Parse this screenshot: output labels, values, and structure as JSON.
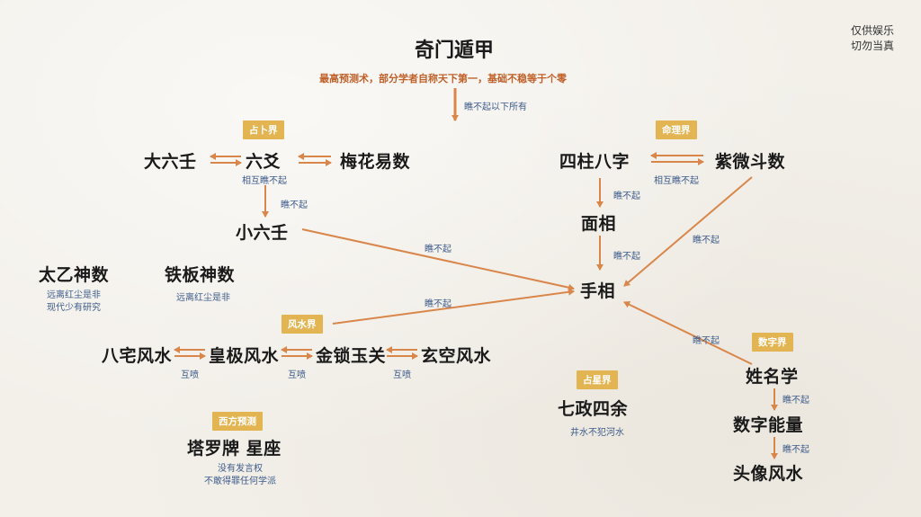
{
  "corner_note": [
    "仅供娱乐",
    "切勿当真"
  ],
  "title": "奇门遁甲",
  "subtitle": "最高预测术，部分学者自称天下第一，基础不稳等于个零",
  "top_arrow_label": "瞧不起以下所有",
  "groups": {
    "divination": "占卜界",
    "fate": "命理界",
    "fengshui": "风水界",
    "western": "西方预测",
    "astrology": "占星界",
    "numerology": "数字界"
  },
  "nodes": {
    "daliuren": "大六壬",
    "liuyao": "六爻",
    "meihua": "梅花易数",
    "xiaoliuren": "小六壬",
    "taiyi": "太乙神数",
    "tieban": "铁板神数",
    "sizhu": "四柱八字",
    "ziwei": "紫微斗数",
    "mianxiang": "面相",
    "shouxiang": "手相",
    "bazhai": "八宅风水",
    "huangji": "皇极风水",
    "jinsuo": "金锁玉关",
    "xuankong": "玄空风水",
    "tarot": "塔罗牌 星座",
    "qizheng": "七政四余",
    "xingming": "姓名学",
    "shuzi": "数字能量",
    "touxiang": "头像风水"
  },
  "labels": {
    "mutual_contempt": "相互瞧不起",
    "contempt": "瞧不起",
    "mutual_spray": "互喷",
    "aloof": "远离红尘是非",
    "aloof_modern": [
      "远离红尘是非",
      "现代少有研究"
    ],
    "no_voice": [
      "没有发言权",
      "不敢得罪任何学派"
    ],
    "no_interfere": "井水不犯河水"
  },
  "colors": {
    "arrow": "#d9864a",
    "badge": "#e3b552",
    "note": "#3d5b8a",
    "subtitle": "#c0612a"
  }
}
